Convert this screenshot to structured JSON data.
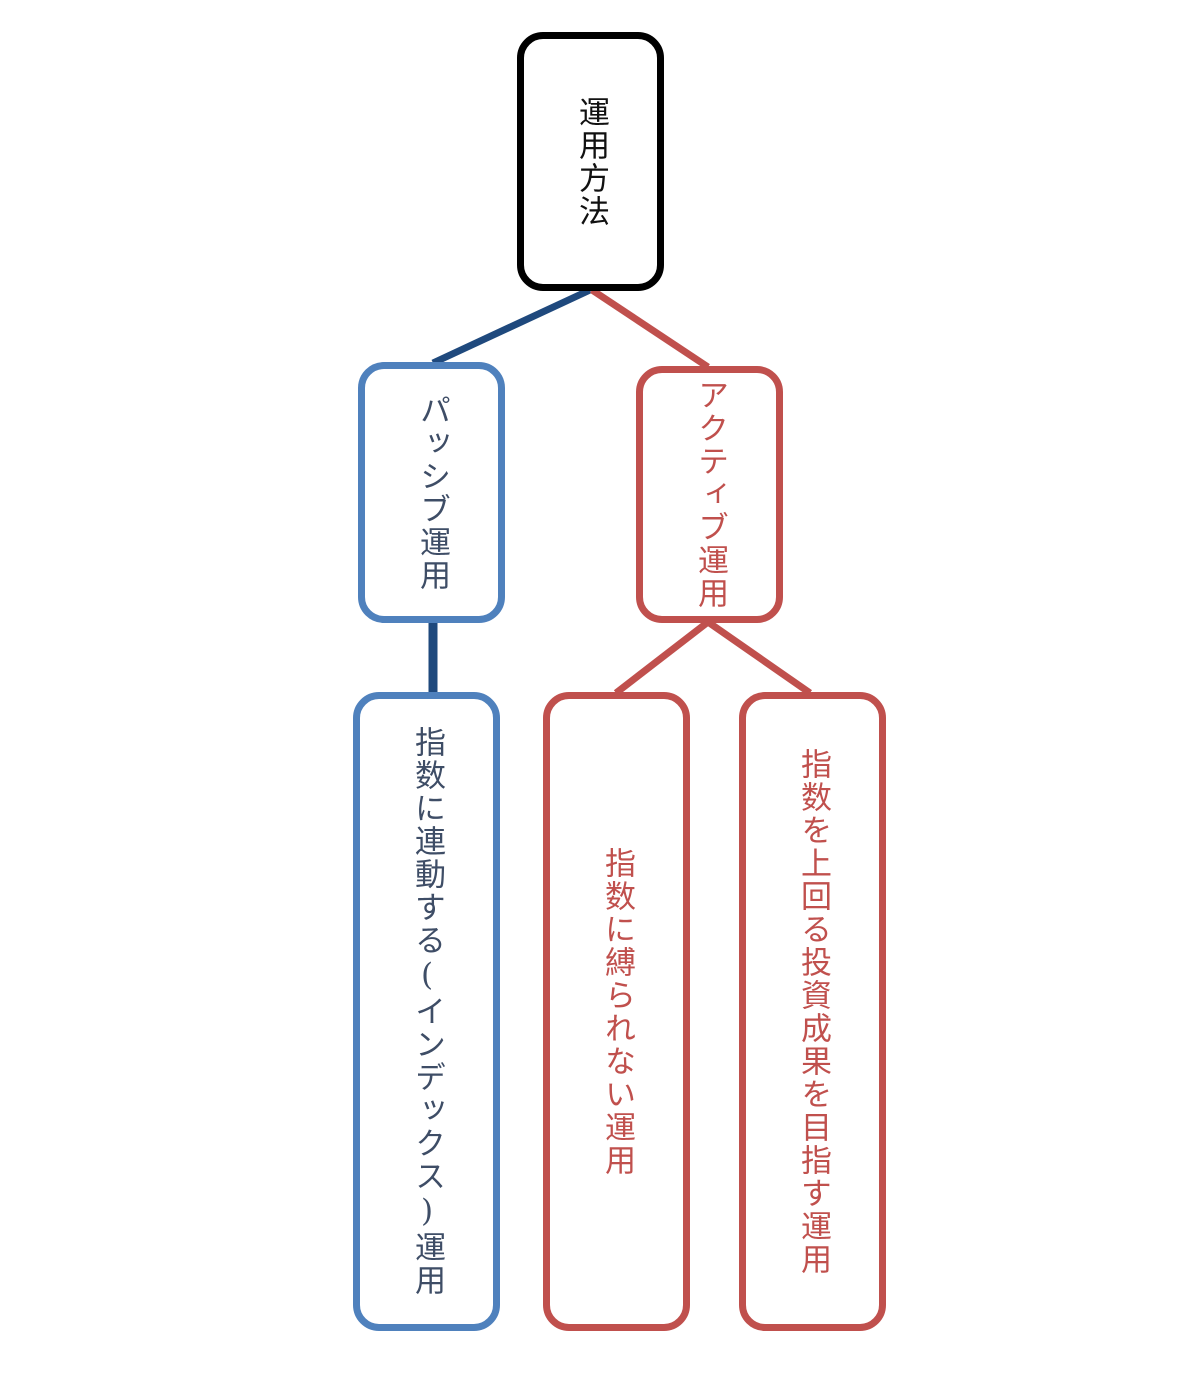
{
  "diagram": {
    "root": {
      "label": "運用方法"
    },
    "passive": {
      "label": "パッシブ運用"
    },
    "active": {
      "label": "アクティブ運用"
    },
    "leaves": [
      {
        "label": "指数に連動する(インデックス)運用"
      },
      {
        "label": "指数に縛られない運用"
      },
      {
        "label": "指数を上回る投資成果を目指す運用"
      }
    ]
  },
  "colors": {
    "root": "#000000",
    "passive": "#4f81bd",
    "passive_connector": "#1f497d",
    "active": "#c0504d"
  }
}
